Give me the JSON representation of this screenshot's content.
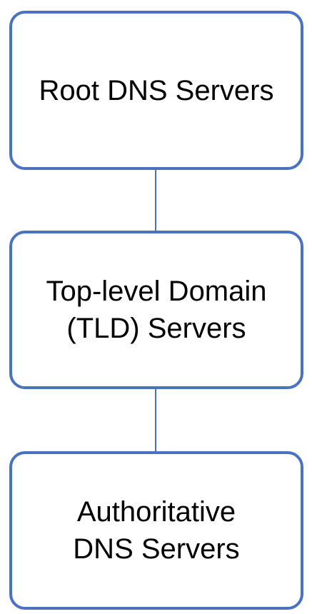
{
  "colors": {
    "node_border": "#4a72c0",
    "connector": "#4a72c0",
    "node_fill": "#ffffff",
    "text": "#000000"
  },
  "nodes": [
    {
      "lines": [
        "Root DNS Servers"
      ]
    },
    {
      "lines": [
        "Top-level Domain",
        "(TLD) Servers"
      ]
    },
    {
      "lines": [
        "Authoritative",
        "DNS Servers"
      ]
    }
  ]
}
